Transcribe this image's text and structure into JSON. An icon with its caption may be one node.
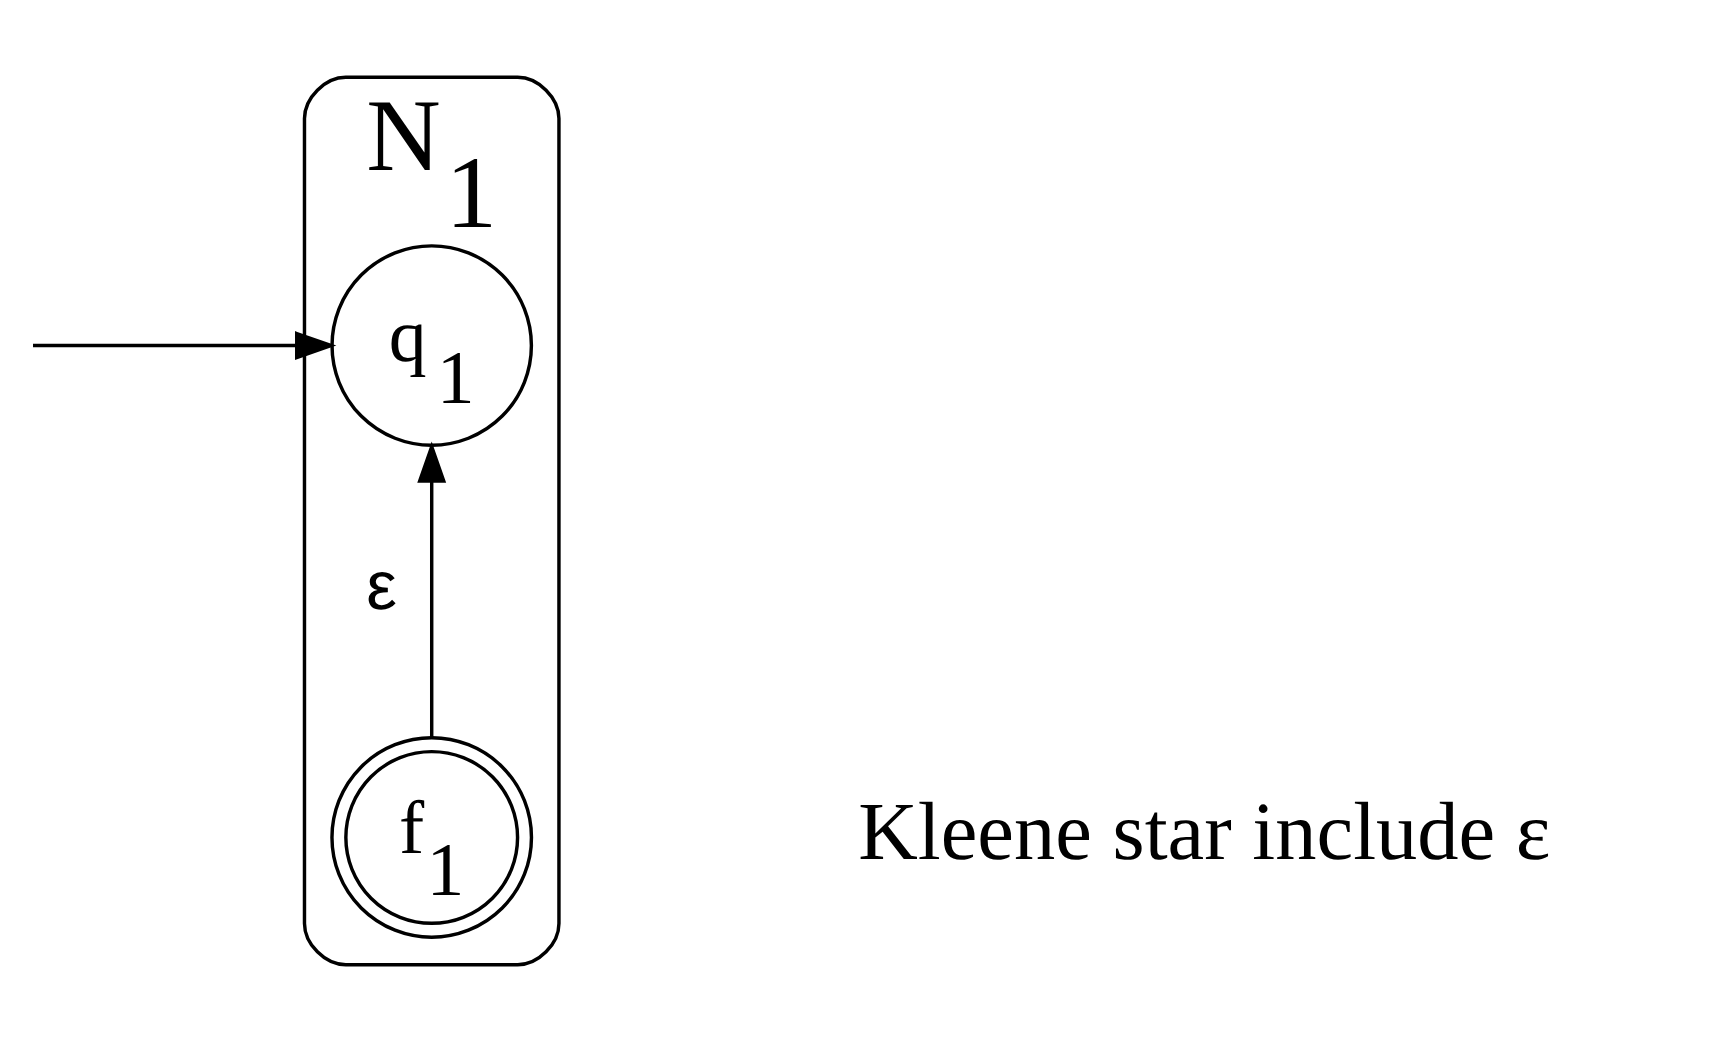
{
  "diagram": {
    "nodes": [
      {
        "text": [
          "N$_{1}$"
        ]
      },
      {
        "text": [
          "q$_{1}$"
        ],
        "in": 0
      },
      {
        "text": [
          "f$_{1}$"
        ],
        "in": 0
      }
    ],
    "edges": [
      {
        "from": null,
        "to": 1,
        "arrow": "to"
      },
      {
        "from": 2,
        "to": 1,
        "arrow": "to",
        "label": "ε"
      }
    ],
    "labels": [
      "Kleene star include ε"
    ]
  }
}
